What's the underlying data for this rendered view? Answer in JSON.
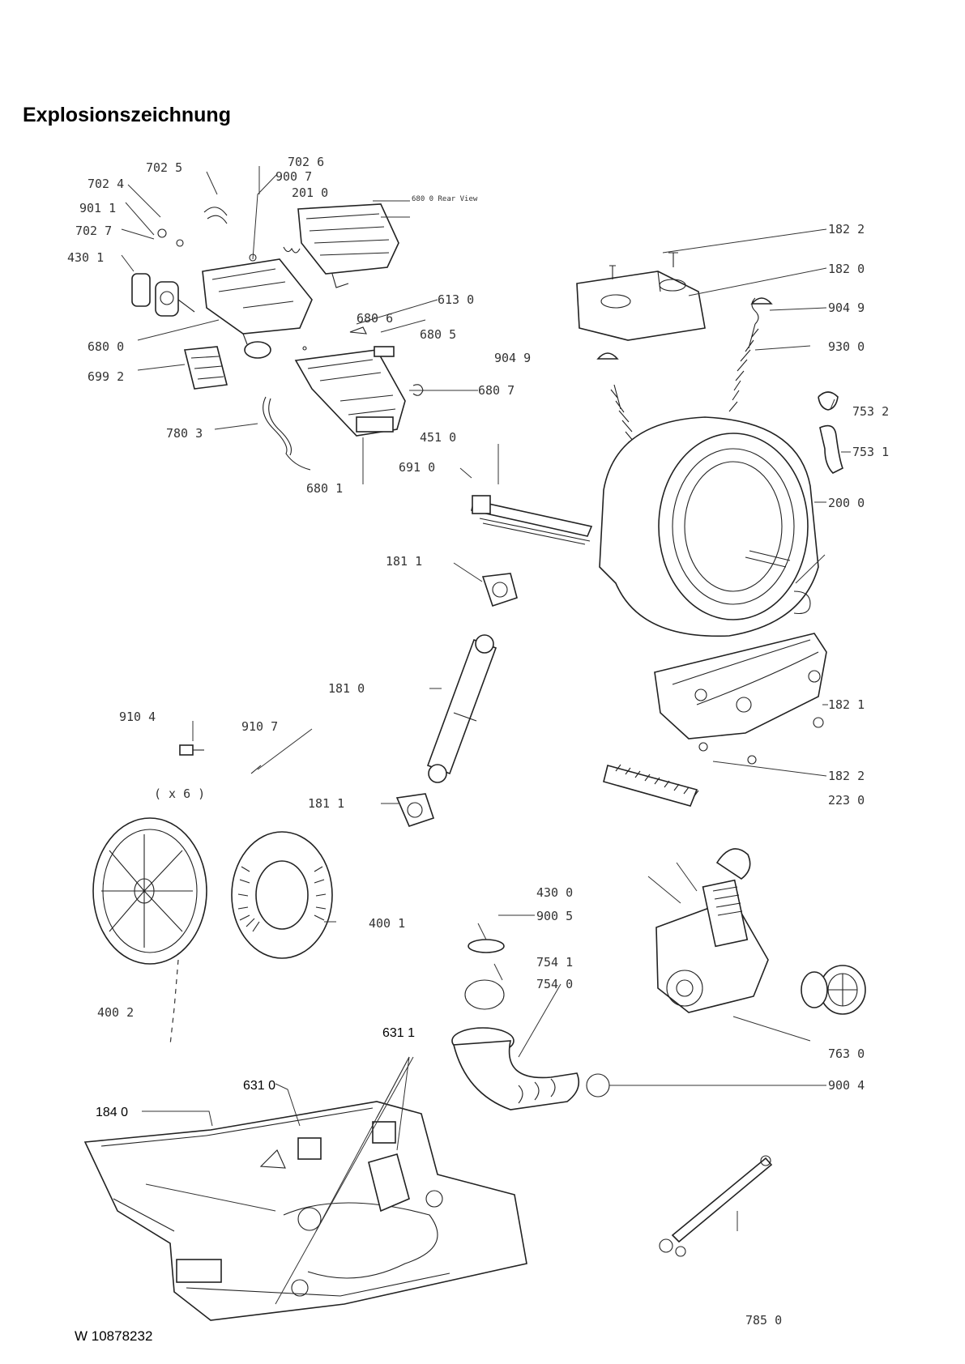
{
  "title": "Explosionszeichnung",
  "doc_number": "W 10878232",
  "callouts": {
    "c702_5": "702 5",
    "c702_6": "702 6",
    "c702_4": "702 4",
    "c900_7": "900 7",
    "c901_1": "901 1",
    "c201_0": "201 0",
    "c680_0_rear": "680 0 Rear View",
    "c702_7": "702 7",
    "c430_1": "430 1",
    "c680_0": "680 0",
    "c613_0": "613 0",
    "c680_6": "680 6",
    "c680_5": "680 5",
    "c699_2": "699 2",
    "c680_7": "680 7",
    "c780_3": "780 3",
    "c451_0": "451 0",
    "c691_0": "691 0",
    "c680_1": "680 1",
    "c182_2a": "182 2",
    "c182_0": "182 0",
    "c904_9a": "904 9",
    "c904_9b": "904 9",
    "c930_0": "930 0",
    "c753_2": "753 2",
    "c753_1": "753 1",
    "c200_0": "200 0",
    "c181_1a": "181 1",
    "c181_0": "181 0",
    "c181_1b": "181 1",
    "c910_4": "910 4",
    "c910_7": "910 7",
    "cx6": "( x 6 )",
    "c182_1": "182 1",
    "c182_2b": "182 2",
    "c223_0": "223 0",
    "c400_1": "400 1",
    "c400_2": "400 2",
    "c430_0": "430 0",
    "c900_5": "900 5",
    "c754_1": "754 1",
    "c754_0": "754 0",
    "c763_0": "763 0",
    "c900_4": "900 4",
    "c631_1": "631 1",
    "c631_0": "631 0",
    "c184_0": "184 0",
    "c785_0": "785 0"
  }
}
